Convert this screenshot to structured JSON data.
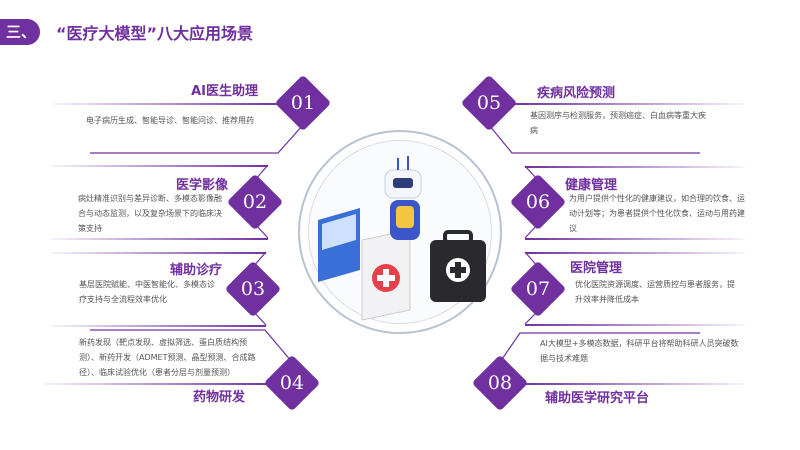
{
  "header": {
    "section": "三、",
    "title": "“医疗大模型”八大应用场景"
  },
  "colors": {
    "accent": "#7030a0"
  },
  "scenarios": [
    {
      "num": "01",
      "title": "AI医生助理",
      "desc": "电子病历生成、智能导诊、智能问诊、推荐用药"
    },
    {
      "num": "02",
      "title": "医学影像",
      "desc": "病灶精准识别与差异诊断、多模态影像融合与动态监测，以及复杂场景下的临床决策支持"
    },
    {
      "num": "03",
      "title": "辅助诊疗",
      "desc": "基层医院赋能、中医智能化、多模态诊疗支持与全流程效率优化"
    },
    {
      "num": "04",
      "title": "药物研发",
      "desc": "新药发现（靶点发现、虚拟筛选、蛋白质结构预测）、新药开发（ADMET预测、晶型预测、合成路径）、临床试验优化（患者分层与剂量预测）"
    },
    {
      "num": "05",
      "title": "疾病风险预测",
      "desc": "基因测序与检测服务，预测癌症、白血病等重大疾病"
    },
    {
      "num": "06",
      "title": "健康管理",
      "desc": "为用户提供个性化的健康建议，如合理的饮食、运动计划等；为患者提供个性化饮食、运动与用药建议"
    },
    {
      "num": "07",
      "title": "医院管理",
      "desc": "优化医院资源调度、运营质控与患者服务，提升效率并降低成本"
    },
    {
      "num": "08",
      "title": "辅助医学研究平台",
      "desc": "AI大模型+多模态数据，科研平台将帮助科研人员突破数据与技术难题"
    }
  ],
  "center": {
    "icons": [
      "robot-icon",
      "chart-card-icon",
      "medical-card-icon",
      "medical-kit-icon"
    ]
  }
}
